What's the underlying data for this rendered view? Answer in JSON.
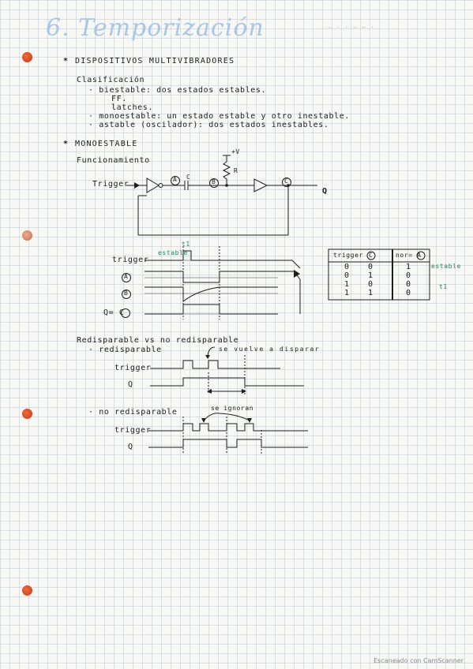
{
  "title": "6. Temporización",
  "header_faint": "— · · — — ·",
  "sec1": {
    "bullet": "*",
    "heading": "DISPOSITIVOS MULTIVIBRADORES"
  },
  "clasif": {
    "label": "Clasificación",
    "l1": "· biestable: dos estados estables.",
    "l2": "FF.",
    "l3": "latches.",
    "l4": "· monoestable: un estado estable y otro inestable.",
    "l5": "· astable (oscilador): dos estados inestables."
  },
  "sec2": {
    "bullet": "*",
    "heading": "MONOESTABLE"
  },
  "func": "Funcionamiento",
  "circuit": {
    "trigger": "Trigger",
    "vplus": "+V",
    "r": "R",
    "c": "C",
    "q": "Q",
    "node_a": "A",
    "node_b": "B",
    "node_c": "C"
  },
  "timing": {
    "trigger": "trigger",
    "a": "A",
    "b": "B",
    "qc": "Q= C",
    "estable": "estable",
    "t1": "t1"
  },
  "truth": {
    "headers": [
      "trigger",
      "C",
      "nor= A"
    ],
    "rows": [
      [
        "0",
        "0",
        "1"
      ],
      [
        "0",
        "1",
        "0"
      ],
      [
        "1",
        "0",
        "0"
      ],
      [
        "1",
        "1",
        "0"
      ]
    ],
    "note_estable": "estable",
    "note_t1": "t1"
  },
  "redisp": {
    "heading": "Redisparable vs no redisparable",
    "item1": "· redisparable",
    "note1": "se vuelve a disparar",
    "trigger": "trigger",
    "q": "Q",
    "item2": "· no redisparable",
    "note2": "se ignoran",
    "trigger2": "trigger",
    "q2": "Q"
  },
  "scanner": "Escaneado con CamScanner",
  "colors": {
    "hole": "#d9502a",
    "title": "#a9c6e6",
    "note_green": "#1e8a5a",
    "ink": "#1e1e1e"
  }
}
